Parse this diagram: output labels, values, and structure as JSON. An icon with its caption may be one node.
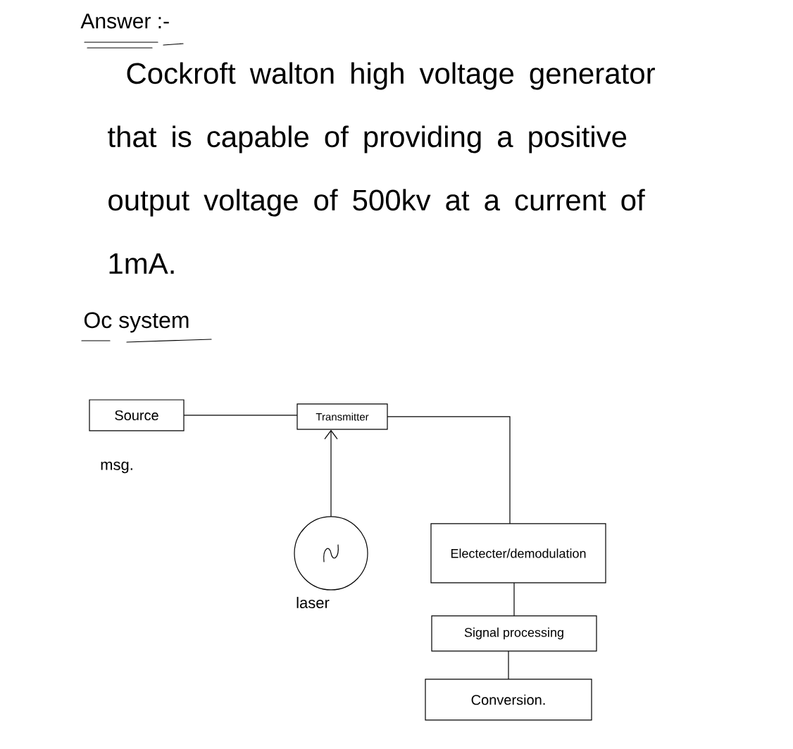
{
  "diagram": {
    "title": "Answer :-",
    "nodes": [
      {
        "text": [
          "Source"
        ],
        "beside": [
          "msg."
        ]
      },
      {
        "text": [
          "Transmitter"
        ]
      },
      {
        "text": [],
        "shape": "circle",
        "beside": [
          "laser"
        ]
      },
      {
        "text": [
          "Electecter/demodulation"
        ]
      },
      {
        "text": [
          "Signal processing"
        ]
      },
      {
        "text": [
          "Conversion."
        ]
      }
    ],
    "edges": [
      {
        "from": 0,
        "to": 1,
        "arrow": "none"
      },
      {
        "from": 1,
        "to": 3,
        "arrow": "none"
      },
      {
        "from": 2,
        "to": 1,
        "arrow": "to"
      },
      {
        "from": 3,
        "to": 4,
        "arrow": "none"
      },
      {
        "from": 4,
        "to": 5,
        "arrow": "none"
      }
    ],
    "labels": [
      "Cockroft walton high voltage generator that is capable of providing a positive output voltage of 500kv at a current of 1mA.",
      "Oc system"
    ]
  }
}
